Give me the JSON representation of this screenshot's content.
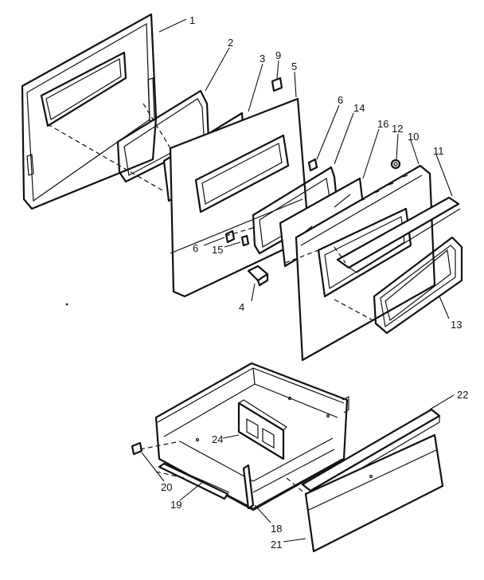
{
  "callouts": {
    "c1": "1",
    "c2": "2",
    "c3": "3",
    "c4": "4",
    "c5": "5",
    "c6a": "6",
    "c6b": "6",
    "c9": "9",
    "c10": "10",
    "c11": "11",
    "c12": "12",
    "c13": "13",
    "c14": "14",
    "c15": "15",
    "c16": "16",
    "c18": "18",
    "c19": "19",
    "c20": "20",
    "c21": "21",
    "c22": "22",
    "c24": "24"
  }
}
